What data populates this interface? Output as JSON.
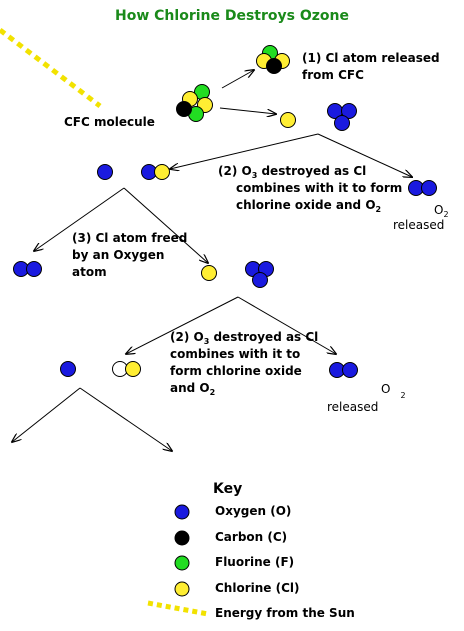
{
  "title": "How Chlorine Destroys Ozone",
  "colors": {
    "title": "#1a8a1a",
    "oxygen": "#1a1adf",
    "carbon": "#000000",
    "fluorine": "#22dd22",
    "chlorine": "#ffee33",
    "freed_cl": "#ffffff",
    "sunlight": "#f2e200",
    "line": "#000000"
  },
  "labels": {
    "cfc_molecule": "CFC molecule",
    "step1_line1": "(1) Cl atom released",
    "step1_line2": "from CFC",
    "step2a_line1_pre": "(2) O",
    "step2a_line1_sub": "3",
    "step2a_line1_post": " destroyed as Cl",
    "step2a_line2": "combines with it to form",
    "step2a_line3_pre": "chlorine oxide and O",
    "step2a_line3_sub": "2",
    "o2_a": "O",
    "o2_a_sub": "2",
    "released_a": "released",
    "step3_line1": "(3) Cl atom freed",
    "step3_line2": "by an Oxygen",
    "step3_line3": "atom",
    "step2b_line1_pre": "(2) O",
    "step2b_line1_sub": "3",
    "step2b_line1_post": " destroyed as Cl",
    "step2b_line2": "combines with it to",
    "step2b_line3": "form chlorine oxide",
    "step2b_line4_pre": "and O",
    "step2b_line4_sub": "2",
    "released_b": "released",
    "o2_b": "O",
    "o2_b_sub": "2"
  },
  "key": {
    "heading": "Key",
    "items": [
      {
        "label": "Oxygen  (O)",
        "color": "#1a1adf"
      },
      {
        "label": "Carbon   (C)",
        "color": "#000000"
      },
      {
        "label": "Fluorine  (F)",
        "color": "#22dd22"
      },
      {
        "label": "Chlorine  (Cl)",
        "color": "#ffee33"
      }
    ],
    "energy_label": "Energy from the Sun"
  }
}
